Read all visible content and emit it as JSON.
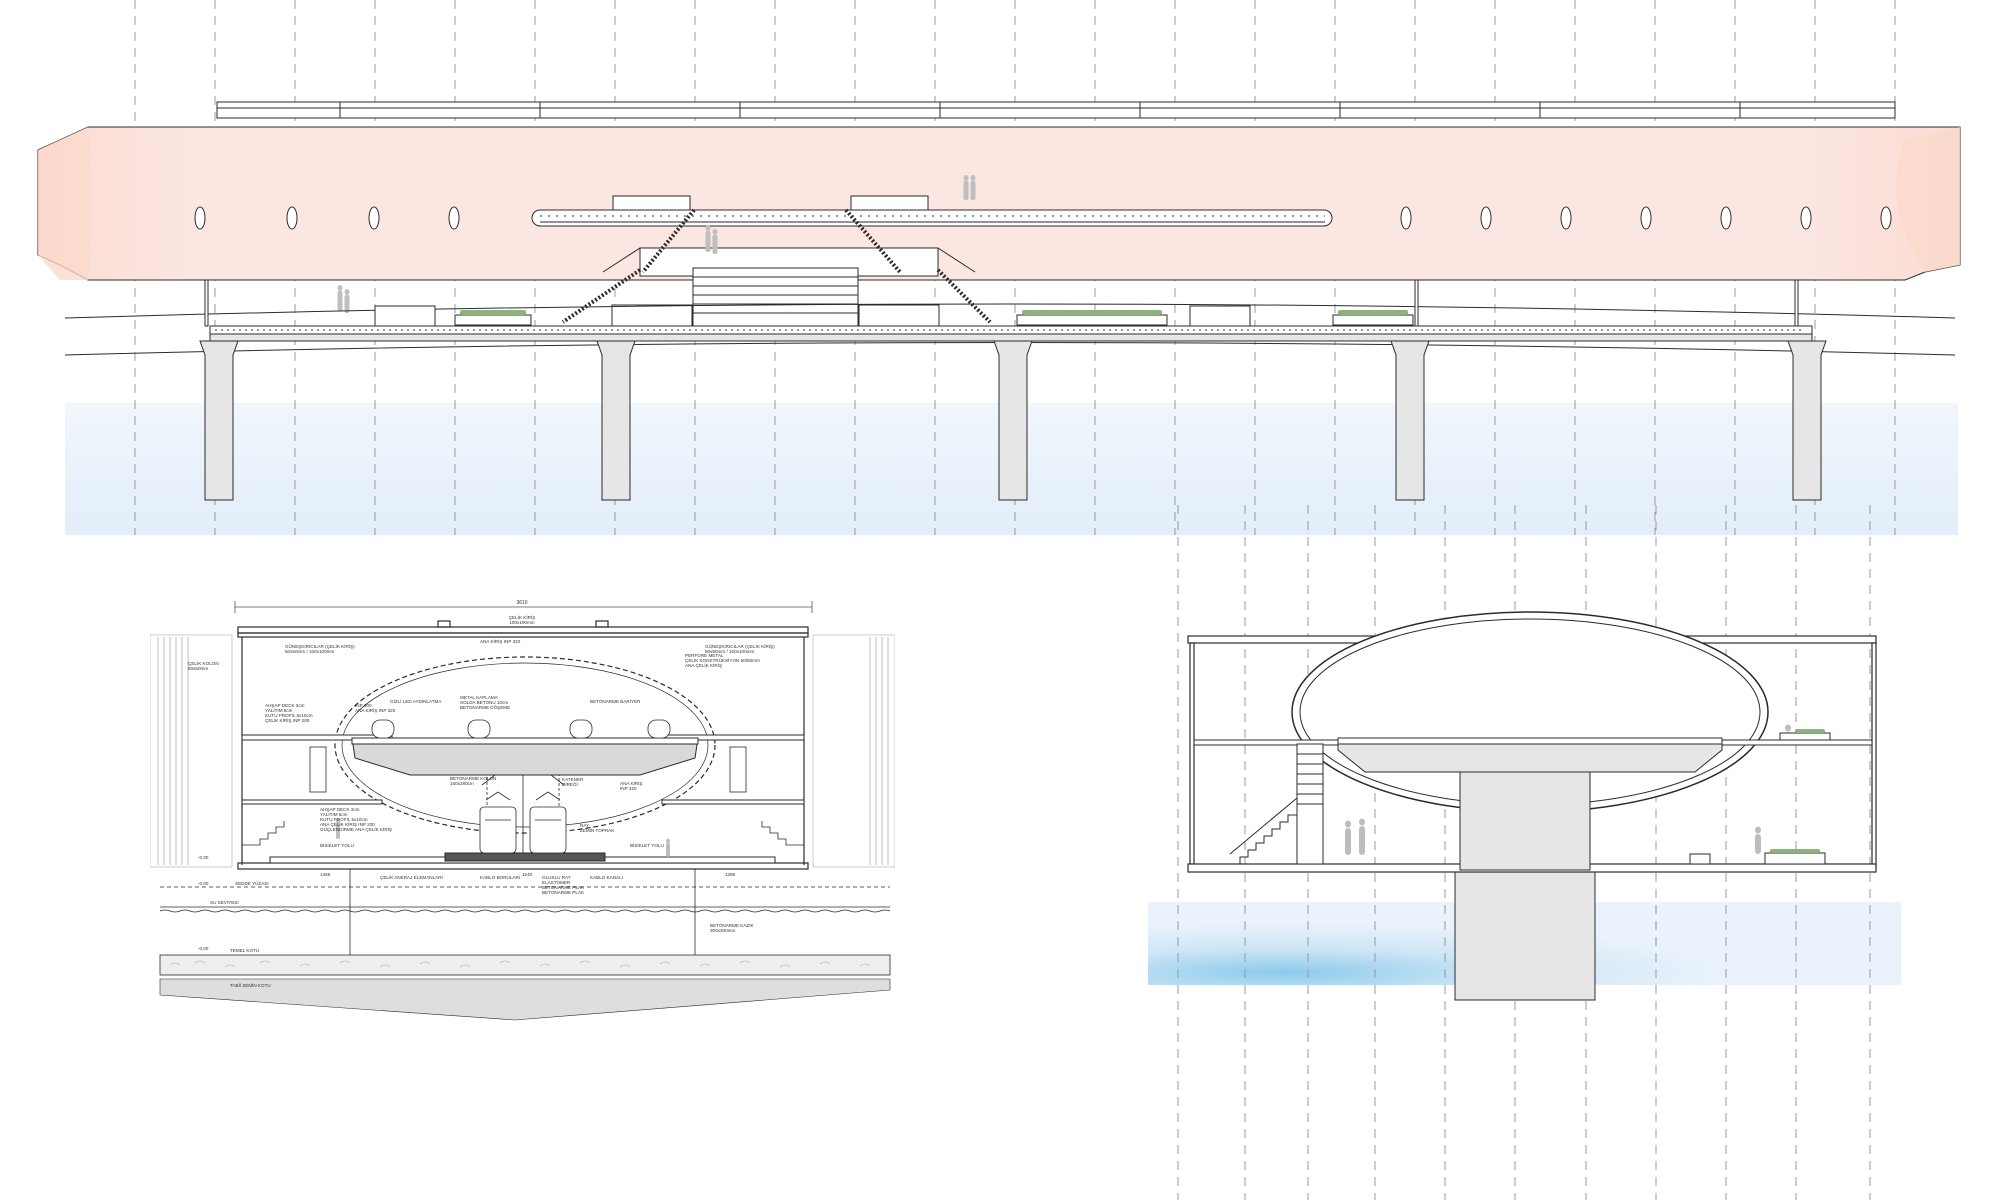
{
  "colors": {
    "tube_fill": "#fbe3df",
    "tube_stroke": "#f3c9c2",
    "water_top": "#eef4fb",
    "water_bottom": "#cfe6f6",
    "water_deep": "#8ccbec",
    "line": "#2b2b2b",
    "grey_fill": "#e6e6e6",
    "guide": "#9a9a9a"
  },
  "drawings": [
    {
      "id": "longitudinal-elevation"
    },
    {
      "id": "cross-section-detailed"
    },
    {
      "id": "cross-section-simple"
    }
  ],
  "section_labels": {
    "top_width": "3610",
    "roof_beam": "ÇELİK KİRİŞ",
    "roof_beam_dims": "100x100mm",
    "truss_center": "ANA KİRİŞ INP 320",
    "perforated": "PERFORE METAL",
    "perforated_sub1": "ÇELİK KONSTRÜKSİYON 50/50mm",
    "perforated_sub2": "ANA ÇELİK KİRİŞ",
    "sunshade_left": "GÜNEŞKIRICILAR (ÇELİK KİRİŞ)",
    "sunshade_left_dims": "50x50mm / 100x100mm",
    "sunshade_right": "GÜNEŞKIRICILAR (ÇELİK KİRİŞ)",
    "sunshade_right_dims": "50x50mm / 100x100mm",
    "steel_column": "ÇELİK KOLON",
    "steel_column_dims": "50x50mm",
    "main_beam_left": "ANA KİRİŞ INP 320",
    "beam_inp": "INP 300",
    "led": "GİZLİ LED AYDINLATMA",
    "metal_coating": "METAL KAPLAMA",
    "floor_concrete": "SOLDA BETONU 10cm",
    "concrete_slab": "BETONARME DÖŞEME",
    "concrete_wall": "BETONARME BARİYER",
    "deck_left_1": "AHŞAP DECK 3cm",
    "deck_left_2": "YALITIM 5cm",
    "deck_left_3": "KUTU PROFİL 5x10cm",
    "deck_left_4": "ÇELİK KİRİŞ INP 200",
    "concrete_column": "BETONARME KOLON",
    "concrete_column_dims": "160x280cm",
    "catenary": "KATENER",
    "catenary_sub": "DİREĞİ",
    "beam_right": "ANA KİRİŞ",
    "beam_right_sub": "INP 320",
    "deck_low_1": "AHŞAP DECK 3cm",
    "deck_low_2": "YALITIM 5cm",
    "deck_low_3": "KUTU PROFİL 5x10cm",
    "deck_low_4": "ANA ÇELİK KİRİŞ INP 200",
    "deck_low_5": "GÜÇLENDİRME ANA ÇELİK KİRİŞ",
    "rail": "RAY",
    "cable": "ZEMİN TOPRAK",
    "bike_left": "BİSİKLET YOLU",
    "bike_right": "BİSİKLET YOLU",
    "pipe_left": "ÇELİK ANKRAJ ELEMANLARI",
    "pipe_mid": "KABLO BORULARI",
    "rail_sys_1": "OLUKLU RAY",
    "rail_sys_2": "ELASTOMER",
    "rail_sys_3": "BETONARME PLAK",
    "rail_sys_4": "BETONARME PLAK",
    "cable_channel": "KABLO KANALI",
    "level_1": "-0,00",
    "level_2": "-0,00",
    "level_3": "-0,00",
    "flood": "SEDDE YÜZASI",
    "water_level": "SU SEVİYESİ",
    "pile": "BETONARME KAZIK",
    "pile_dims": "300x300mm",
    "foundation": "TEMEL KOTU",
    "seabed": "TABİİ ZEMİN KOTU",
    "dim_bottom_1": "1365",
    "dim_bottom_2": "1240",
    "dim_bottom_3": "1365"
  }
}
